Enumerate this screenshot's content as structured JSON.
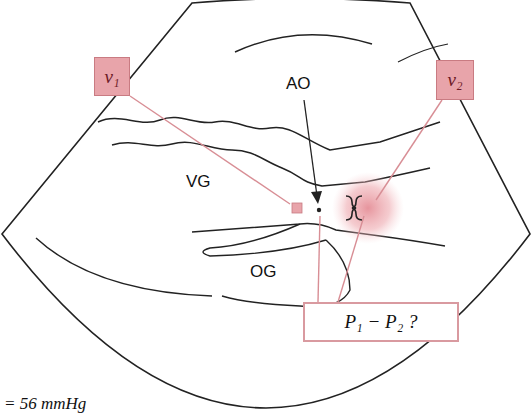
{
  "diagram": {
    "nodes": [
      {
        "text": [
          "v₁"
        ]
      },
      {
        "text": [
          "v₂"
        ]
      },
      {
        "text": [
          "P₁ − P₂ ?"
        ]
      }
    ],
    "labels": [
      "AO",
      "VG",
      "OG",
      "= 56 mmHg"
    ]
  }
}
